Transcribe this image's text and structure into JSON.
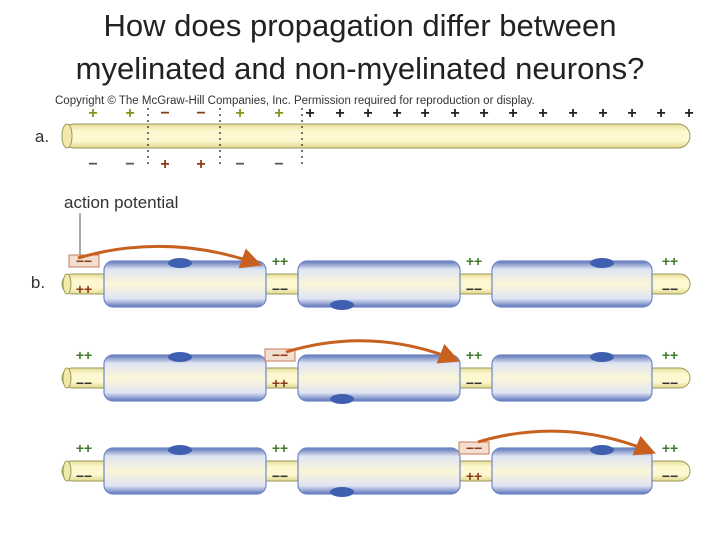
{
  "title": {
    "line1": "How does propagation differ between",
    "line2": "myelinated and non-myelinated neurons?"
  },
  "figure": {
    "copyright": "Copyright © The McGraw-Hill Companies, Inc. Permission required for reproduction or display.",
    "panel_a_label": "a.",
    "panel_b_label": "b.",
    "action_potential_label": "action potential",
    "panel_a_top_charges": [
      "+",
      "+",
      "−",
      "−",
      "+",
      "+",
      "+",
      "+",
      "+",
      "+",
      "+",
      "+",
      "+",
      "+",
      "+",
      "+",
      "+",
      "+",
      "+",
      "+"
    ],
    "panel_a_bottom_charges": [
      "−",
      "−",
      "+",
      "+",
      "−",
      "−"
    ],
    "node_outside_resting": "++",
    "node_inside_resting": "−−",
    "node_outside_active": "−−",
    "node_inside_active": "++",
    "colors": {
      "axon_fill": "#fbf4c0",
      "axon_stroke": "#9a9a5a",
      "sheath_fill": "#f4f0d8",
      "sheath_edge": "#6f86c8",
      "schwann_nucleus": "#3f5fb0",
      "plus_charge": "#7a9a1a",
      "minus_charge": "#444444",
      "active_charge": "#8a3a18",
      "active_box": "#c87a5a",
      "arrow": "#c8611f",
      "resting_charge": "#3f7a2a"
    }
  }
}
